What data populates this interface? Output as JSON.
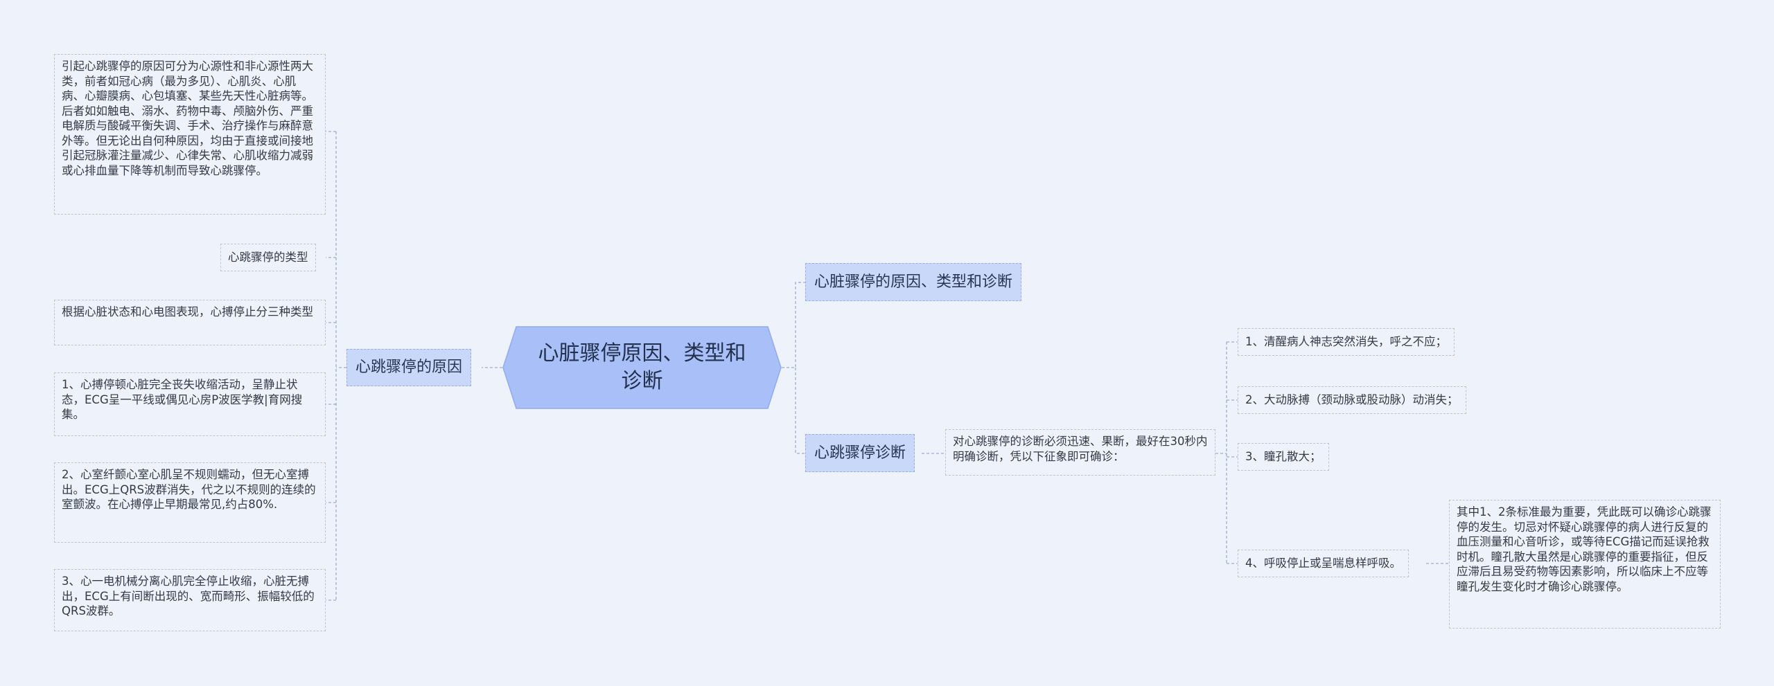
{
  "root": {
    "title": "心脏骤停原因、类型和诊断"
  },
  "left": {
    "branch_label": "心跳骤停的原因",
    "leaves": [
      "引起心跳骤停的原因可分为心源性和非心源性两大类，前者如冠心病（最为多见）、心肌炎、心肌病、心瓣膜病、心包填塞、某些先天性心脏病等。后者如如触电、溺水、药物中毒、颅脑外伤、严重电解质与酸碱平衡失调、手术、治疗操作与麻醉意外等。但无论出自何种原因，均由于直接或间接地引起冠脉灌注量减少、心律失常、心肌收缩力减弱或心排血量下降等机制而导致心跳骤停。",
      "心跳骤停的类型",
      "根据心脏状态和心电图表现，心搏停止分三种类型",
      "1、心搏停顿心脏完全丧失收缩活动，呈静止状态，ECG呈一平线或偶见心房P波医学教|育网搜集。",
      "2、心室纤颤心室心肌呈不规则蠕动，但无心室搏出。ECG上QRS波群消失，代之以不规则的连续的室颤波。在心搏停止早期最常见,约占80%.",
      "3、心一电机械分离心肌完全停止收缩，心脏无搏出，ECG上有间断出现的、宽而畸形、振幅较低的QRS波群。"
    ]
  },
  "right": {
    "top_branch_label": "心脏骤停的原因、类型和诊断",
    "diag_branch_label": "心跳骤停诊断",
    "diag_intro": "对心跳骤停的诊断必须迅速、果断，最好在30秒内明确诊断，凭以下征象即可确诊：",
    "criteria": [
      "1、清醒病人神志突然消失，呼之不应；",
      "2、大动脉搏（颈动脉或股动脉）动消失；",
      "3、瞳孔散大；",
      "4、呼吸停止或呈喘息样呼吸。"
    ],
    "note": "其中1、2条标准最为重要，凭此既可以确诊心跳骤停的发生。切忌对怀疑心跳骤停的病人进行反复的血压测量和心音听诊，或等待ECG描记而延误抢救时机。瞳孔散大虽然是心跳骤停的重要指征，但反应滞后且易受药物等因素影响，所以临床上不应等瞳孔发生变化时才确诊心跳骤停。"
  },
  "colors": {
    "background": "#eef2fb",
    "root_fill": "#a8c0f7",
    "branch_fill": "#c9d8f8",
    "connector": "#a9b8d8"
  }
}
